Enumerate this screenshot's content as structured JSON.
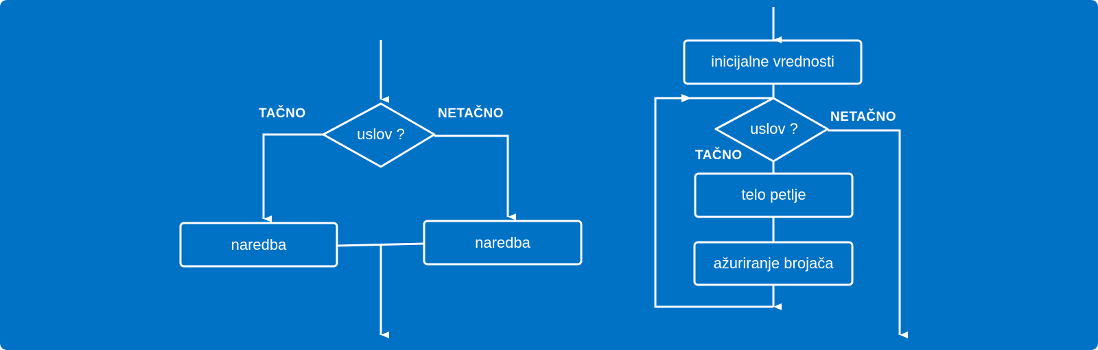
{
  "colors": {
    "background": "#0072c6",
    "stroke": "#ffffff"
  },
  "left": {
    "condition": "uslov ?",
    "true_label": "TAČNO",
    "false_label": "NETAČNO",
    "true_statement": "naredba",
    "false_statement": "naredba"
  },
  "right": {
    "init": "inicijalne vrednosti",
    "condition": "uslov ?",
    "false_label": "NETAČNO",
    "true_label": "TAČNO",
    "body": "telo petlje",
    "update": "ažuriranje brojača"
  }
}
